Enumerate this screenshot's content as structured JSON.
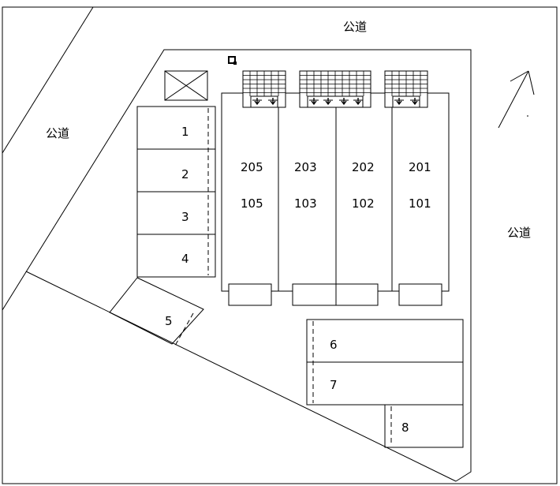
{
  "roads": {
    "north": "公道",
    "west": "公道",
    "east": "公道"
  },
  "building": {
    "columns": [
      {
        "upper": "205",
        "lower": "105"
      },
      {
        "upper": "203",
        "lower": "103"
      },
      {
        "upper": "202",
        "lower": "102"
      },
      {
        "upper": "201",
        "lower": "101"
      }
    ]
  },
  "parking": {
    "west_stack": [
      "1",
      "2",
      "3",
      "4"
    ],
    "angled": "5",
    "east_stack": [
      "6",
      "7",
      "8"
    ]
  },
  "symbols": {
    "north_arrow": "north-arrow-icon",
    "garbage_area": "garbage-station-icon",
    "meter": "meter-icon"
  },
  "colors": {
    "line": "#000000",
    "background": "#ffffff"
  }
}
